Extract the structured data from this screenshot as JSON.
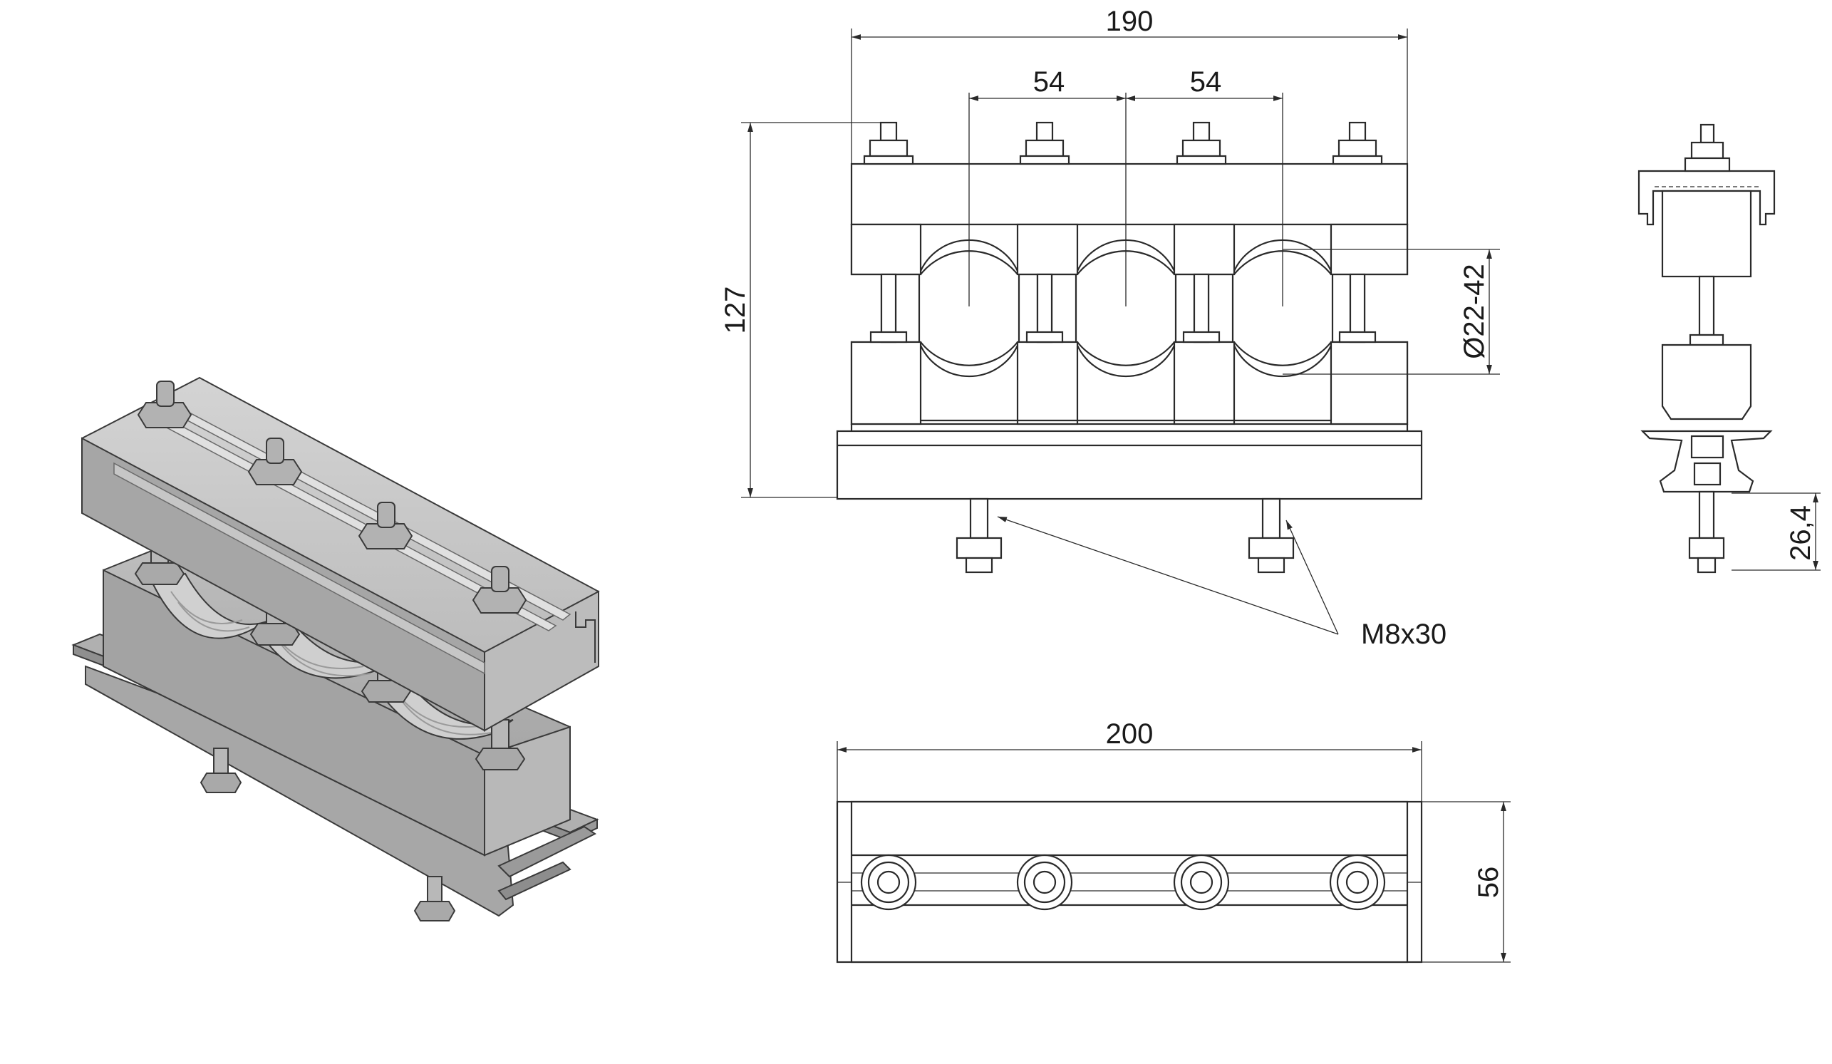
{
  "dimensions": {
    "front_width": "190",
    "bolt_pitch_left": "54",
    "bolt_pitch_right": "54",
    "overall_height": "127",
    "cable_diameter_range": "Ø22-42",
    "bottom_bolt": "M8x30",
    "rail_height": "26,4",
    "top_length": "200",
    "top_width": "56"
  },
  "colors": {
    "line": "#2a2a2a",
    "metal_light": "#c9c9c9",
    "metal_mid": "#a8a8a8",
    "metal_dark": "#8a8a8a",
    "background": "#ffffff"
  }
}
